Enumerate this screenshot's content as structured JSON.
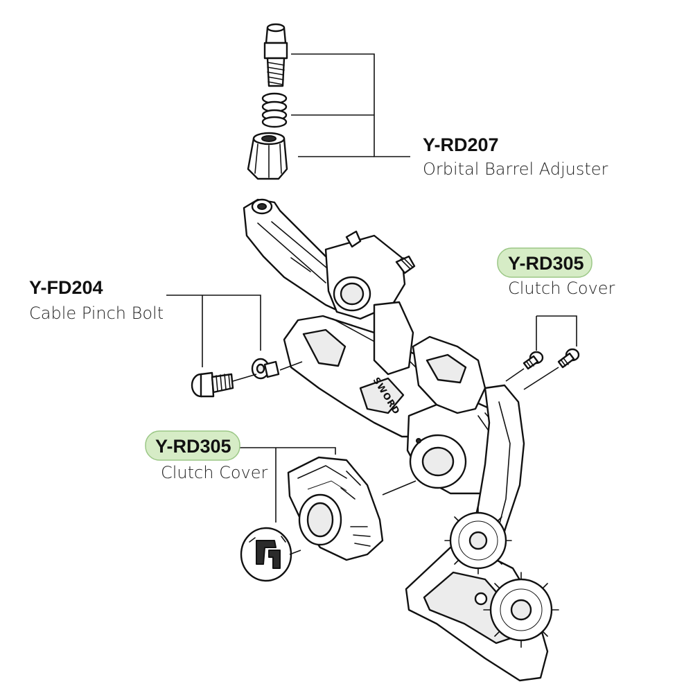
{
  "callouts": [
    {
      "code": "Y-RD207",
      "description": "Orbital Barrel Adjuster",
      "highlighted": false
    },
    {
      "code": "Y-FD204",
      "description": "Cable Pinch Bolt",
      "highlighted": false
    },
    {
      "code": "Y-RD305",
      "description": "Clutch Cover",
      "highlighted": true
    },
    {
      "code": "Y-RD305",
      "description": "Clutch Cover",
      "highlighted": true
    }
  ],
  "parts": {
    "barrel_adjuster": [
      "barrel-adjuster-screw",
      "barrel-adjuster-spring",
      "barrel-adjuster-ferrule"
    ],
    "cable_pinch_bolt": [
      "pinch-bolt",
      "pinch-bolt-washer"
    ],
    "clutch_cover_top": [
      "clutch-cover-screw-left",
      "clutch-cover-screw-right"
    ],
    "clutch_cover_bottom": [
      "clutch-cover-housing",
      "clutch-cover-cap"
    ]
  },
  "derailleur_brand_text": "SWORD",
  "colors": {
    "highlight_pill": "#d6ecc6",
    "highlight_pill_border": "#9bc786",
    "line": "#111111"
  }
}
